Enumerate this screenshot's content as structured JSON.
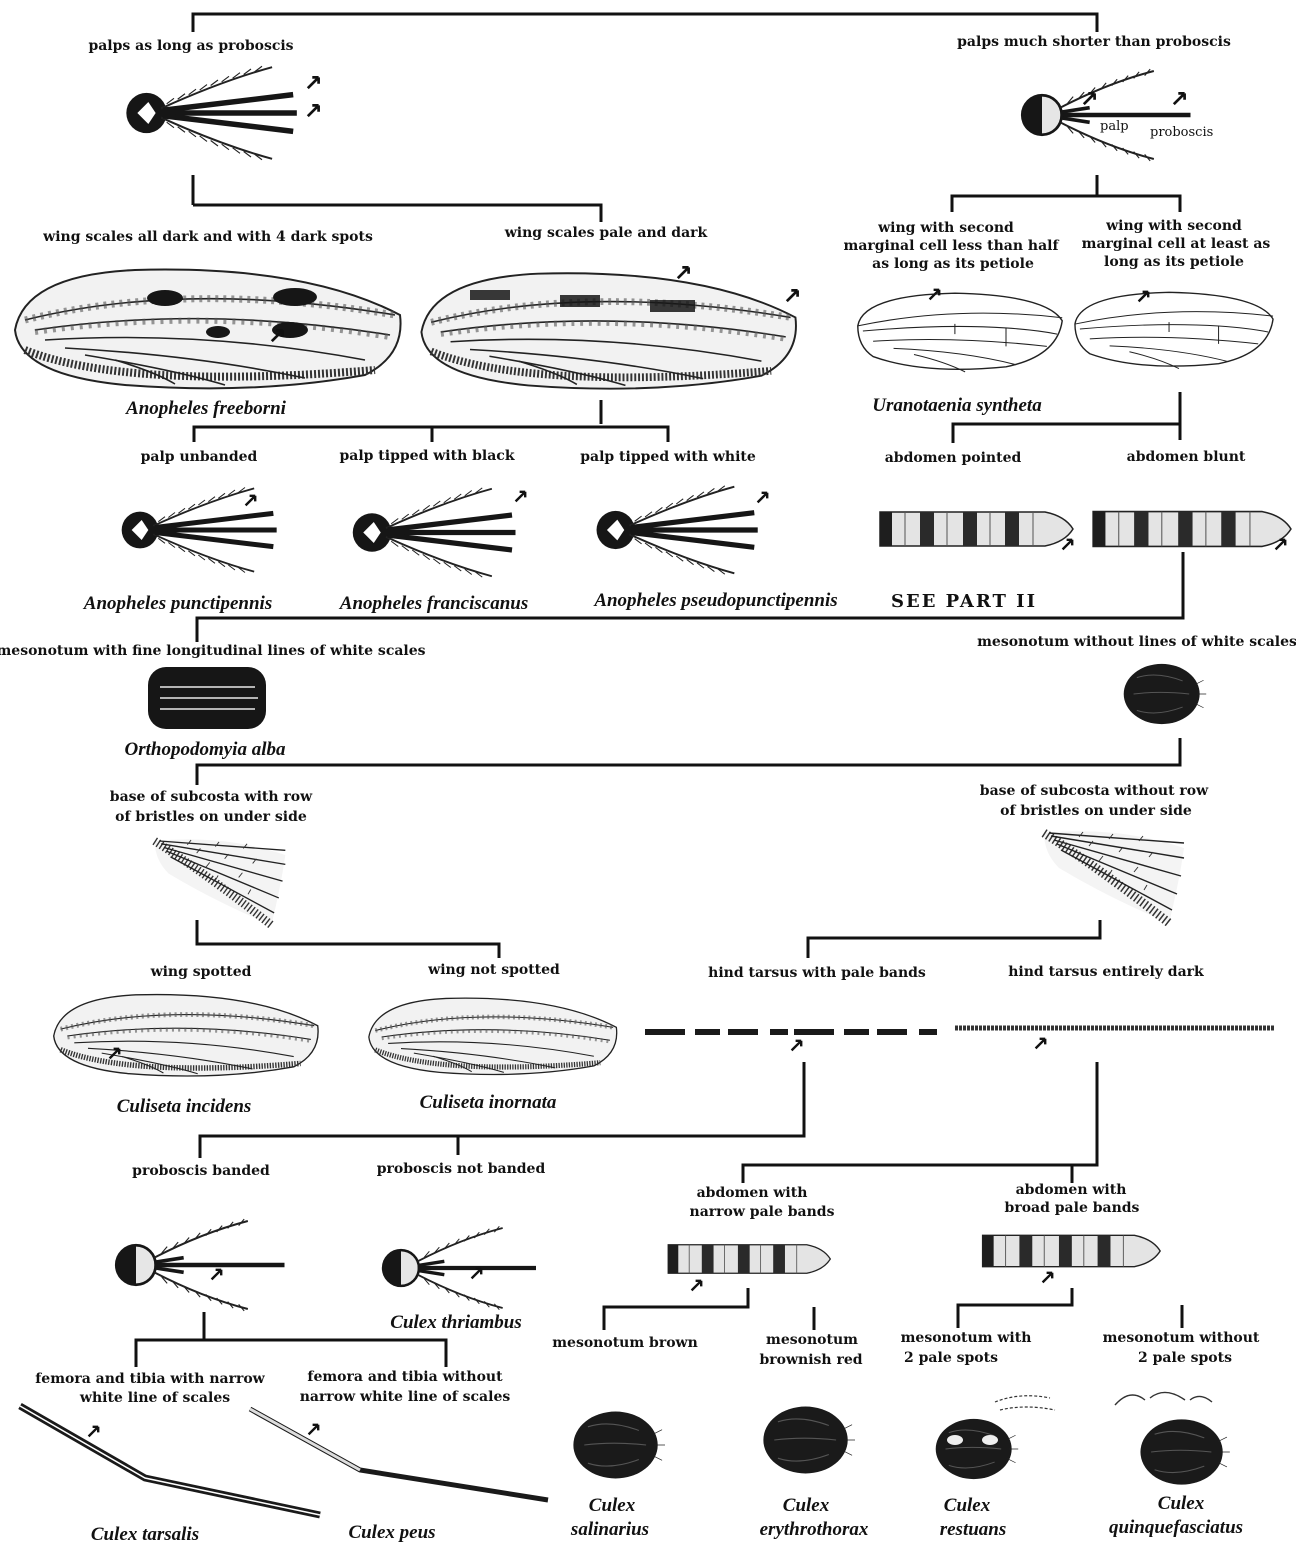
{
  "labels": {
    "palps_long": "palps as long as proboscis",
    "palps_short": "palps much shorter than proboscis",
    "palp": "palp",
    "proboscis": "proboscis",
    "wing_dark_spots": "wing scales all dark and with 4 dark spots",
    "wing_pale_dark": "wing scales pale and dark",
    "cell_short_1": "wing with second",
    "cell_short_2": "marginal cell less than half",
    "cell_short_3": "as long as its petiole",
    "cell_long_1": "wing with second",
    "cell_long_2": "marginal cell at least as",
    "cell_long_3": "long as its petiole",
    "palp_unbanded": "palp unbanded",
    "palp_black": "palp tipped with black",
    "palp_white": "palp tipped with white",
    "abd_pointed": "abdomen pointed",
    "abd_blunt": "abdomen blunt",
    "see_part": "SEE PART II",
    "meso_lines": "mesonotum with fine longitudinal lines of white scales",
    "meso_no_lines": "mesonotum without lines of white scales",
    "subcosta_row_1": "base of subcosta with row",
    "subcosta_row_2": "of bristles on under side",
    "subcosta_norow_1": "base of subcosta without row",
    "subcosta_norow_2": "of bristles on under side",
    "wing_spotted": "wing spotted",
    "wing_not_spotted": "wing not spotted",
    "tarsus_bands": "hind tarsus with pale bands",
    "tarsus_dark": "hind tarsus entirely dark",
    "prob_banded": "proboscis banded",
    "prob_not_banded": "proboscis not banded",
    "abd_narrow_1": "abdomen with",
    "abd_narrow_2": "narrow pale bands",
    "abd_broad_1": "abdomen with",
    "abd_broad_2": "broad pale bands",
    "femora_line_1": "femora and tibia with narrow",
    "femora_line_2": "white line of scales",
    "femora_noline_1": "femora and tibia without",
    "femora_noline_2": "narrow white line of scales",
    "meso_brown": "mesonotum brown",
    "meso_red_1": "mesonotum",
    "meso_red_2": "brownish red",
    "spots_1": "mesonotum with",
    "spots_2": "2 pale spots",
    "nospots_1": "mesonotum without",
    "nospots_2": "2 pale spots"
  },
  "species": {
    "freeborni": "Anopheles freeborni",
    "uranotaenia": "Uranotaenia syntheta",
    "punctipennis": "Anopheles punctipennis",
    "franciscanus": "Anopheles franciscanus",
    "pseudo": "Anopheles pseudopunctipennis",
    "ortho": "Orthopodomyia alba",
    "incidens": "Culiseta incidens",
    "inornata": "Culiseta inornata",
    "thriambus": "Culex thriambus",
    "tarsalis": "Culex tarsalis",
    "peus": "Culex peus",
    "salinarius_1": "Culex",
    "salinarius_2": "salinarius",
    "erythro_1": "Culex",
    "erythro_2": "erythrothorax",
    "restuans_1": "Culex",
    "restuans_2": "restuans",
    "quinque_1": "Culex",
    "quinque_2": "quinquefasciatus"
  }
}
